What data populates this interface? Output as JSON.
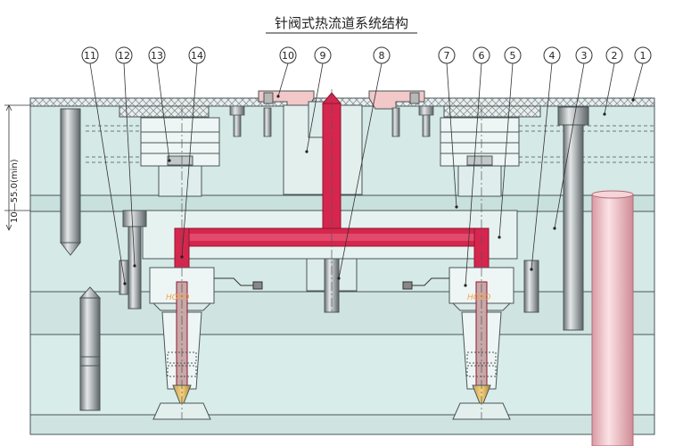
{
  "title": "针阀式热流道系统结构",
  "callouts": [
    {
      "id": "c11",
      "label": "11"
    },
    {
      "id": "c12",
      "label": "12"
    },
    {
      "id": "c13",
      "label": "13"
    },
    {
      "id": "c14",
      "label": "14"
    },
    {
      "id": "c10",
      "label": "10"
    },
    {
      "id": "c9",
      "label": "9"
    },
    {
      "id": "c8",
      "label": "8"
    },
    {
      "id": "c7",
      "label": "7"
    },
    {
      "id": "c6",
      "label": "6"
    },
    {
      "id": "c5",
      "label": "5"
    },
    {
      "id": "c4",
      "label": "4"
    },
    {
      "id": "c3",
      "label": "3"
    },
    {
      "id": "c2",
      "label": "2"
    },
    {
      "id": "c1",
      "label": "1"
    }
  ],
  "dimension": {
    "label": "10—55.0(min)"
  },
  "brand_marks": {
    "left": "HOPO",
    "right": "HOPO"
  },
  "colors": {
    "plate": "#d5e9e6",
    "plate_dark": "#bcd8d3",
    "outline": "#4a5558",
    "hot_runner": "#d6264e",
    "hot_runner_light": "#ee9fb0",
    "water_pipe": "#f0c3c8",
    "bolt": "#9aa1a3"
  }
}
